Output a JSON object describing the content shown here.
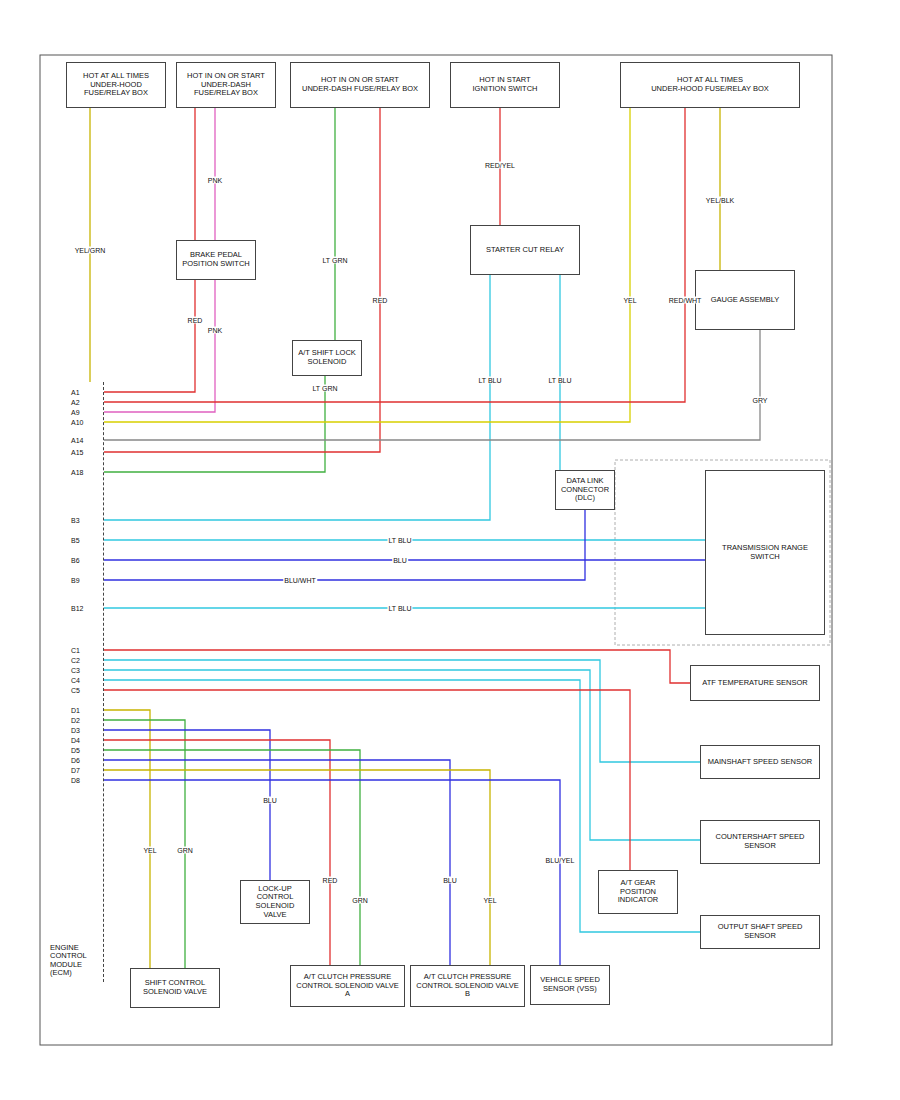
{
  "diagram": {
    "nodes": [
      {
        "text": [
          "HOT AT ALL TIMES",
          "UNDER-HOOD FUSE/RELAY BOX"
        ]
      },
      {
        "text": [
          "HOT IN ON OR START",
          "UNDER-DASH FUSE/RELAY BOX"
        ]
      },
      {
        "text": [
          "HOT IN ON OR START",
          "UNDER-DASH FUSE/RELAY BOX"
        ]
      },
      {
        "text": [
          "HOT IN START",
          "IGNITION SWITCH"
        ]
      },
      {
        "text": [
          "HOT AT ALL TIMES",
          "UNDER-HOOD FUSE/RELAY BOX"
        ]
      },
      {
        "text": [
          "BRAKE PEDAL POSITION SWITCH"
        ]
      },
      {
        "text": [
          "STARTER CUT RELAY"
        ]
      },
      {
        "text": [
          "GAUGE ASSEMBLY"
        ]
      },
      {
        "text": [
          "A/T SHIFT LOCK SOLENOID"
        ]
      },
      {
        "text": [
          "ENGINE CONTROL MODULE (ECM)"
        ]
      },
      {
        "text": [
          "DATA LINK CONNECTOR (DLC)"
        ]
      },
      {
        "text": [
          "TRANSMISSION RANGE SWITCH"
        ]
      },
      {
        "text": [
          "ATF TEMPERATURE SENSOR"
        ]
      },
      {
        "text": [
          "MAINSHAFT SPEED SENSOR"
        ]
      },
      {
        "text": [
          "COUNTERSHAFT SPEED SENSOR"
        ]
      },
      {
        "text": [
          "LOCK-UP CONTROL SOLENOID VALVE"
        ]
      },
      {
        "text": [
          "A/T GEAR POSITION INDICATOR"
        ]
      },
      {
        "text": [
          "OUTPUT SHAFT SPEED SENSOR"
        ]
      },
      {
        "text": [
          "SHIFT CONTROL SOLENOID VALVE"
        ]
      },
      {
        "text": [
          "A/T CLUTCH PRESSURE CONTROL SOLENOID VALVE A"
        ]
      },
      {
        "text": [
          "A/T CLUTCH PRESSURE CONTROL SOLENOID VALVE B"
        ]
      },
      {
        "text": [
          "VEHICLE SPEED SENSOR (VSS)"
        ]
      }
    ],
    "edges": [
      {
        "from": 0,
        "to": 9,
        "arrow": "none"
      },
      {
        "from": 1,
        "to": 9,
        "arrow": "none"
      },
      {
        "from": 1,
        "to": 5,
        "arrow": "none"
      },
      {
        "from": 5,
        "to": 9,
        "arrow": "none"
      },
      {
        "from": 3,
        "to": 6,
        "arrow": "none"
      },
      {
        "from": 2,
        "to": 8,
        "arrow": "none"
      },
      {
        "from": 8,
        "to": 9,
        "arrow": "none"
      },
      {
        "from": 2,
        "to": 9,
        "arrow": "none"
      },
      {
        "from": 6,
        "to": 9,
        "arrow": "none"
      },
      {
        "from": 6,
        "to": 10,
        "arrow": "none"
      },
      {
        "from": 4,
        "to": 7,
        "arrow": "none"
      },
      {
        "from": 4,
        "to": 9,
        "arrow": "none"
      },
      {
        "from": 4,
        "to": 9,
        "arrow": "none"
      },
      {
        "from": 7,
        "to": 9,
        "arrow": "none"
      },
      {
        "from": 11,
        "to": 9,
        "arrow": "none"
      },
      {
        "from": 11,
        "to": 9,
        "arrow": "none"
      },
      {
        "from": 11,
        "to": 9,
        "arrow": "none"
      },
      {
        "from": 10,
        "to": 9,
        "arrow": "none"
      },
      {
        "from": 12,
        "to": 9,
        "arrow": "none"
      },
      {
        "from": 13,
        "to": 9,
        "arrow": "none"
      },
      {
        "from": 14,
        "to": 9,
        "arrow": "none"
      },
      {
        "from": 17,
        "to": 9,
        "arrow": "none"
      },
      {
        "from": 9,
        "to": 16,
        "arrow": "none"
      },
      {
        "from": 9,
        "to": 18,
        "arrow": "none"
      },
      {
        "from": 9,
        "to": 18,
        "arrow": "none"
      },
      {
        "from": 9,
        "to": 15,
        "arrow": "none"
      },
      {
        "from": 9,
        "to": 19,
        "arrow": "none"
      },
      {
        "from": 9,
        "to": 19,
        "arrow": "none"
      },
      {
        "from": 9,
        "to": 20,
        "arrow": "none"
      },
      {
        "from": 9,
        "to": 20,
        "arrow": "none"
      },
      {
        "from": 9,
        "to": 21,
        "arrow": "none"
      }
    ],
    "labels": [
      "A1",
      "A2",
      "A9",
      "A10",
      "A14",
      "A15",
      "A18",
      "B3",
      "B5",
      "B6",
      "B9",
      "B12",
      "C1",
      "C2",
      "C3",
      "C4",
      "C5",
      "D1",
      "D2",
      "D3",
      "D4",
      "D5",
      "D6",
      "D7",
      "D8",
      "YEL/GRN",
      "RED",
      "PNK",
      "PNK",
      "RED/YEL",
      "LT GRN",
      "LT GRN",
      "RED",
      "LT BLU",
      "LT BLU",
      "YEL/BLK",
      "YEL",
      "RED/WHT",
      "GRY",
      "LT BLU",
      "BLU",
      "LT BLU",
      "BLU/WHT",
      "YEL",
      "GRN",
      "BLU",
      "RED",
      "GRN",
      "BLU",
      "YEL",
      "BLU/YEL"
    ]
  }
}
